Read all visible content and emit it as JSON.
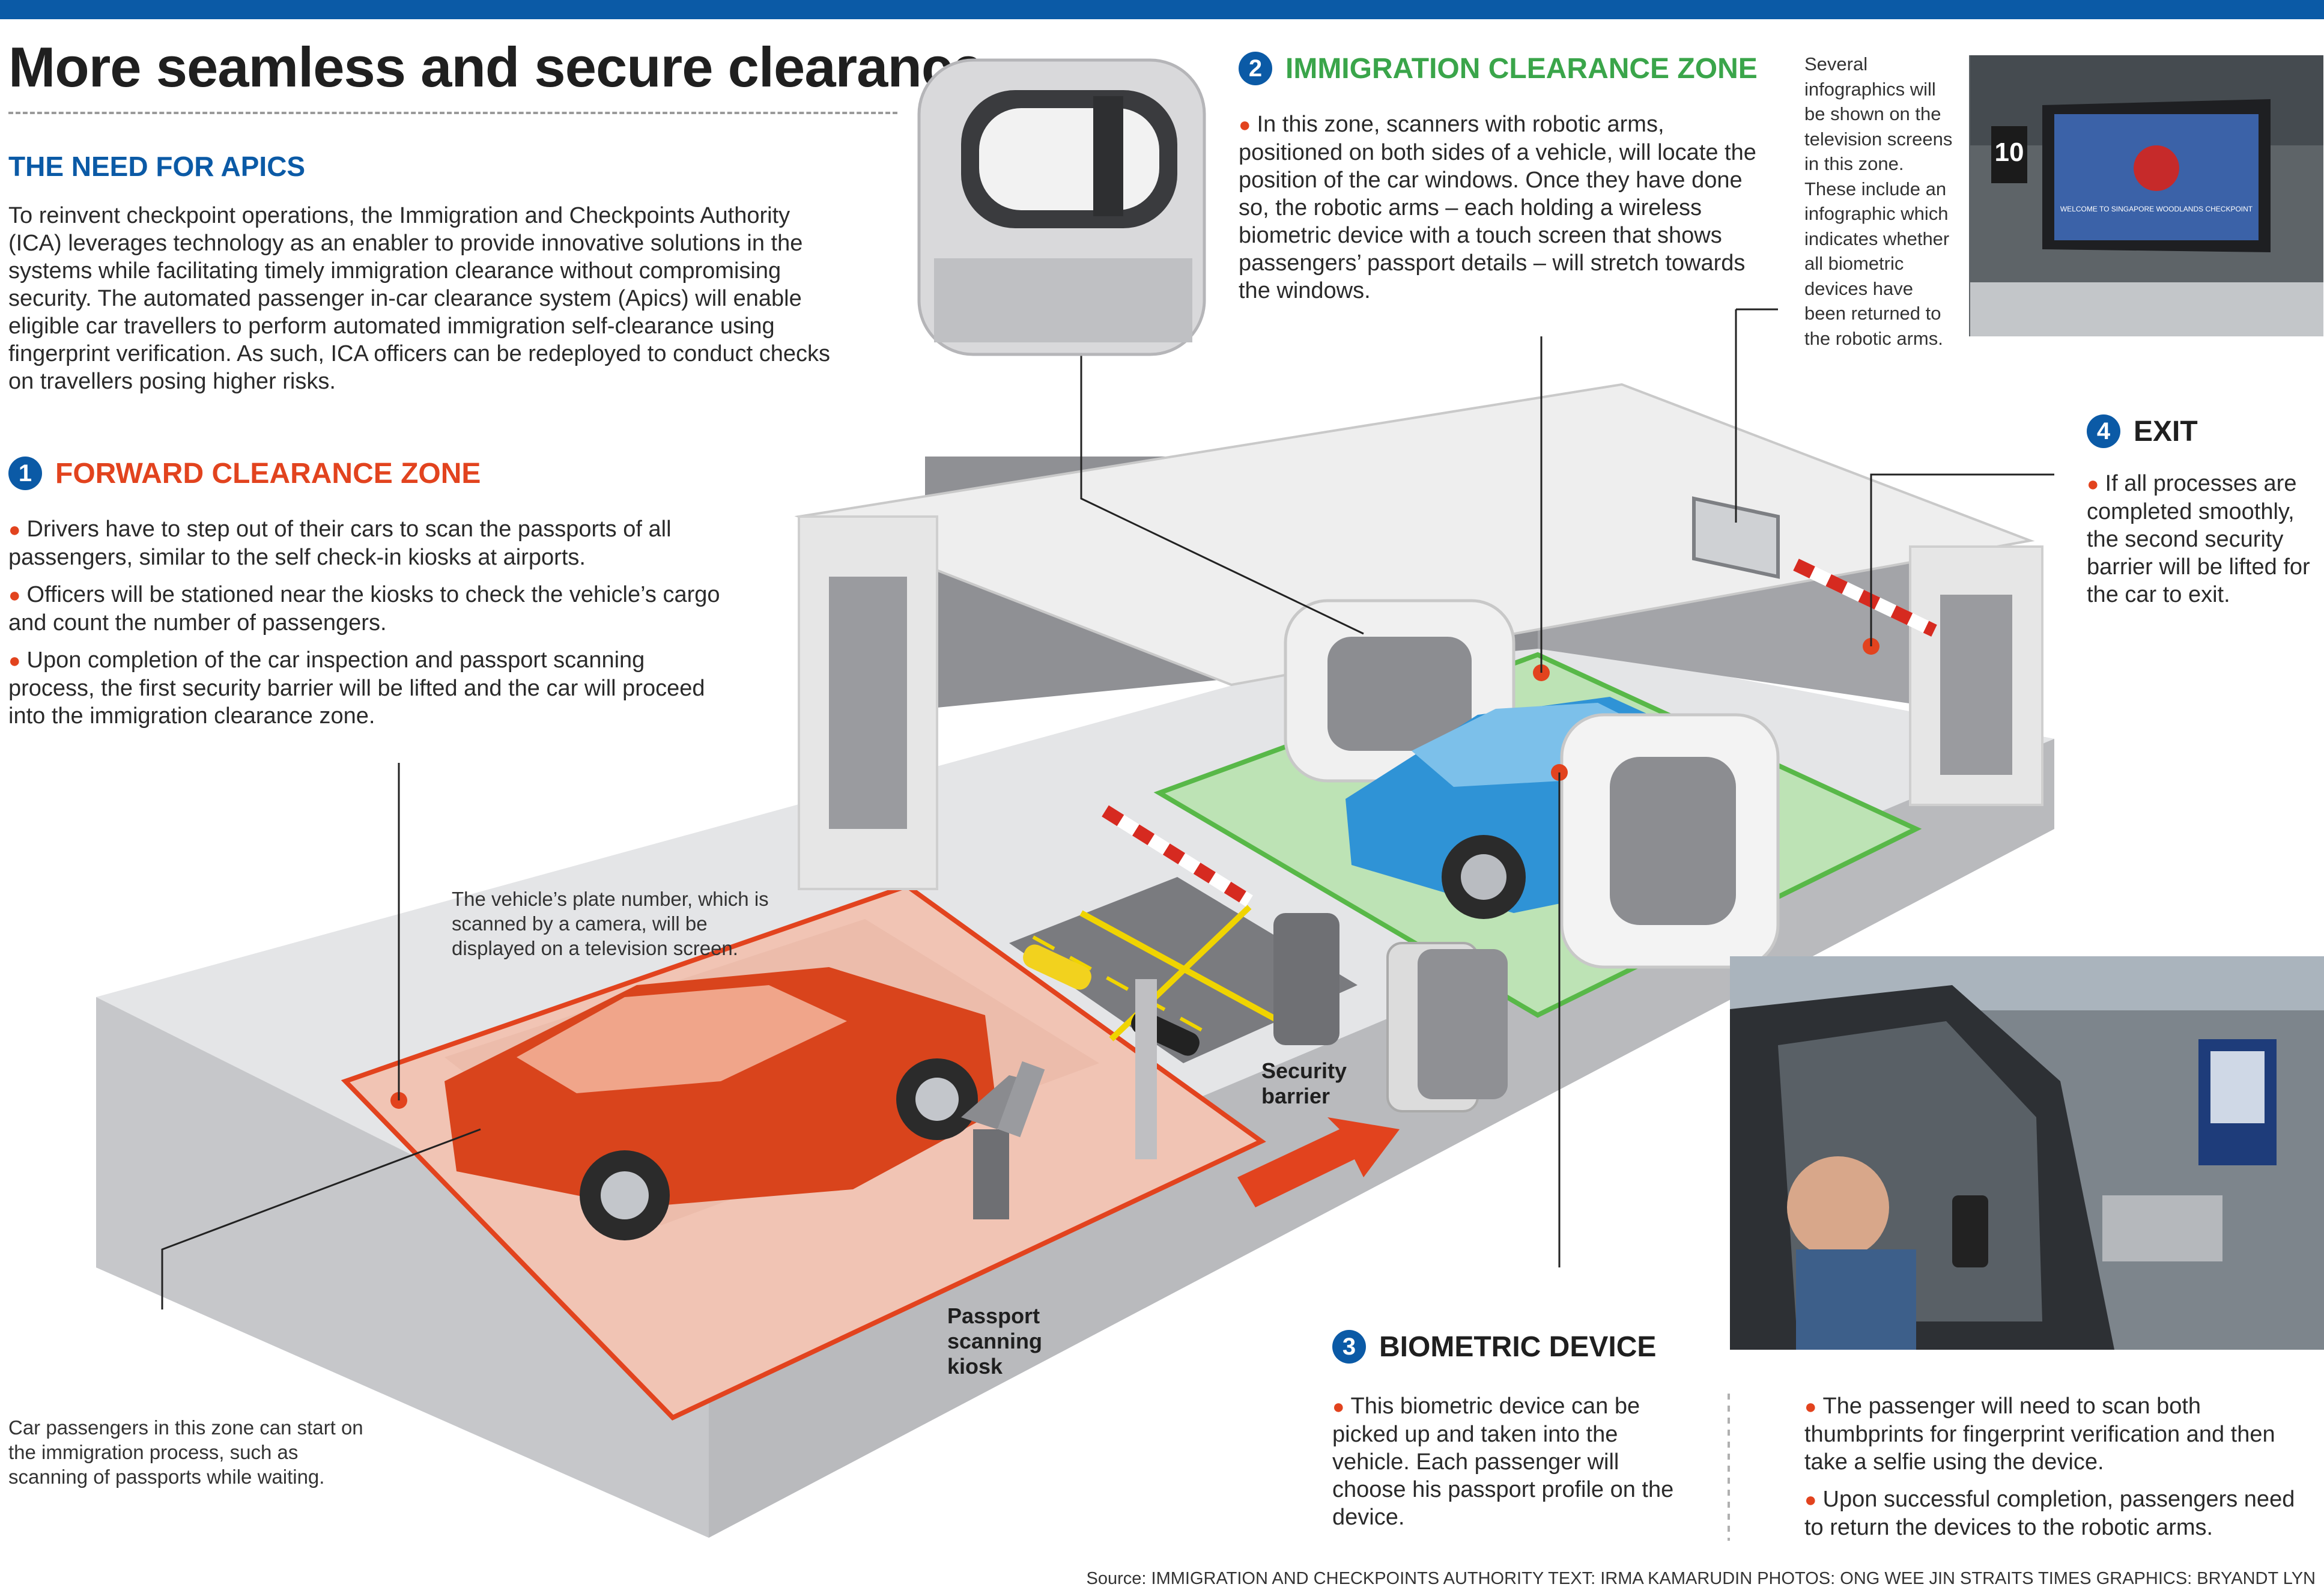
{
  "title": "More seamless and secure clearance",
  "need": {
    "heading": "THE NEED FOR APICS",
    "text": "To reinvent checkpoint operations, the Immigration and Checkpoints Authority (ICA) leverages technology as an enabler to provide innovative solutions in the systems while facilitating timely immigration clearance without compromising security. The automated passenger in-car clearance system (Apics) will enable eligible car travellers to perform automated immigration self-clearance using fingerprint verification. As such, ICA officers can be redeployed to conduct checks on travellers posing higher risks."
  },
  "zone1": {
    "number": "1",
    "heading": "FORWARD CLEARANCE ZONE",
    "bullets": [
      "Drivers have to step out of their cars to scan the passports of all passengers, similar to the self check-in kiosks at airports.",
      "Officers will be stationed near the kiosks to check the vehicle’s cargo and count the number of passengers.",
      "Upon completion of the car inspection and passport scanning process, the first security barrier will be lifted and the car will proceed into the immigration clearance zone."
    ]
  },
  "zone2": {
    "number": "2",
    "heading": "IMMIGRATION CLEARANCE ZONE",
    "bullet": "In this zone, scanners with robotic arms, positioned on both sides of a vehicle, will locate the position of the car windows. Once they have done so, the robotic arms – each holding a wireless biometric device with a touch screen that shows passengers’ passport details – will stretch towards the windows."
  },
  "tv_note": "Several infographics will be shown on the television screens in this zone. These include an infographic which indicates whether all biometric devices have been returned to the robotic arms.",
  "tv_photo": {
    "lane_number": "10",
    "screen_text": "WELCOME TO SINGAPORE WOODLANDS CHECKPOINT"
  },
  "zone4": {
    "number": "4",
    "heading": "EXIT",
    "bullet": "If all processes are completed smoothly, the second security barrier will be lifted for the car to exit."
  },
  "zone3": {
    "number": "3",
    "heading": "BIOMETRIC DEVICE",
    "bullet": "This biometric device can be picked up and taken into the vehicle. Each passenger will choose his passport profile on the device."
  },
  "photo_notes": [
    "The passenger will need to scan both thumbprints for fingerprint verification and then take a selfie using the device.",
    "Upon successful completion, passengers need to return the devices to the robotic arms."
  ],
  "plate_note": "The vehicle’s plate number, which is scanned by a camera, will be displayed on a television screen.",
  "passengers_note": "Car passengers in this zone can start on the immigration process, such as scanning of passports while waiting.",
  "labels": {
    "security_barrier": "Security barrier",
    "kiosk": "Passport scanning kiosk"
  },
  "source": "Source: IMMIGRATION AND CHECKPOINTS AUTHORITY   TEXT: IRMA KAMARUDIN   PHOTOS: ONG WEE JIN   STRAITS TIMES GRAPHICS: BRYANDT LYN",
  "colors": {
    "brand_blue": "#0b5aa6",
    "zone1_orange": "#e2431e",
    "zone2_green": "#3aa54a",
    "car_red": "#d9441c",
    "car_blue": "#2f93d6"
  }
}
